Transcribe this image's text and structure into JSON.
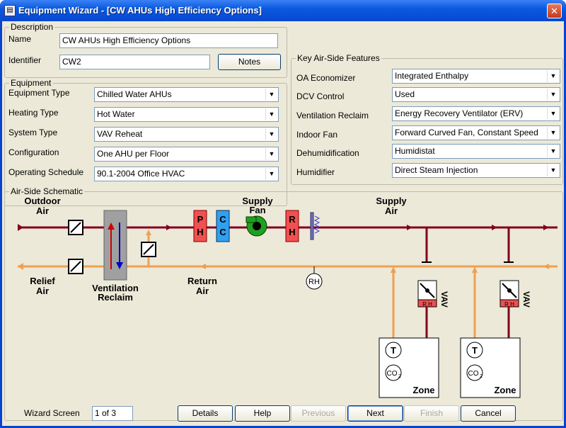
{
  "window": {
    "title": "Equipment Wizard - [CW AHUs High Efficiency Options]",
    "icon": "app-icon",
    "close": "✕"
  },
  "description": {
    "legend": "Description",
    "name_label": "Name",
    "name_value": "CW AHUs High Efficiency Options",
    "identifier_label": "Identifier",
    "identifier_value": "CW2",
    "notes_button": "Notes"
  },
  "equipment": {
    "legend": "Equipment",
    "fields": [
      {
        "label": "Equipment Type",
        "value": "Chilled Water AHUs"
      },
      {
        "label": "Heating Type",
        "value": "Hot Water"
      },
      {
        "label": "System Type",
        "value": "VAV Reheat"
      },
      {
        "label": "Configuration",
        "value": "One AHU per Floor"
      },
      {
        "label": "Operating Schedule",
        "value": "90.1-2004 Office HVAC"
      }
    ]
  },
  "features": {
    "legend": "Key Air-Side Features",
    "fields": [
      {
        "label": "OA Economizer",
        "value": "Integrated Enthalpy"
      },
      {
        "label": "DCV Control",
        "value": "Used"
      },
      {
        "label": "Ventilation Reclaim",
        "value": "Energy Recovery Ventilator (ERV)"
      },
      {
        "label": "Indoor Fan",
        "value": "Forward Curved Fan, Constant Speed"
      },
      {
        "label": "Dehumidification",
        "value": "Humidistat"
      },
      {
        "label": "Humidifier",
        "value": "Direct Steam Injection"
      }
    ]
  },
  "schematic": {
    "legend": "Air-Side  Schematic",
    "outdoor1": "Outdoor",
    "outdoor2": "Air",
    "relief1": "Relief",
    "relief2": "Air",
    "vent1": "Ventilation",
    "vent2": "Reclaim",
    "ph1": "P",
    "ph2": "H",
    "cc1": "C",
    "cc2": "C",
    "rh1": "R",
    "rh2": "H",
    "supfan1": "Supply",
    "supfan2": "Fan",
    "supair1": "Supply",
    "supair2": "Air",
    "ret1": "Return",
    "ret2": "Air",
    "rhsensor": "RH",
    "vav": "VAV",
    "vavrh": "R H",
    "t": "T",
    "co2": "CO",
    "co2sub": "2",
    "zone": "Zone",
    "colors": {
      "supply": "#800020",
      "return": "#f0a050",
      "ph": "#f05050",
      "cc": "#30a0f0",
      "fan": "#20a020"
    }
  },
  "footer": {
    "screen_label": "Wizard Screen",
    "screen_value": "1 of 3",
    "details": "Details",
    "help": "Help",
    "previous": "Previous",
    "next": "Next",
    "finish": "Finish",
    "cancel": "Cancel"
  }
}
